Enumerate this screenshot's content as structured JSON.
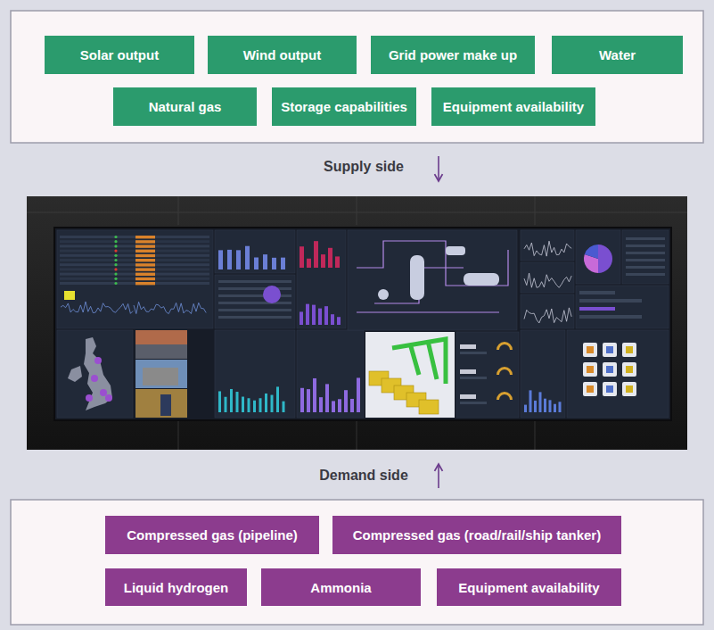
{
  "diagram": {
    "nodes": [
      {
        "text": [
          "Solar output"
        ]
      },
      {
        "text": [
          "Wind output"
        ]
      },
      {
        "text": [
          "Grid power make up"
        ]
      },
      {
        "text": [
          "Water"
        ]
      },
      {
        "text": [
          "Natural gas"
        ]
      },
      {
        "text": [
          "Storage capabilities"
        ]
      },
      {
        "text": [
          "Equipment availability"
        ]
      },
      {
        "text": [
          "Compressed gas (pipeline)"
        ]
      },
      {
        "text": [
          "Compressed gas (road/rail/ship tanker)"
        ]
      },
      {
        "text": [
          "Liquid hydrogen"
        ]
      },
      {
        "text": [
          "Ammonia"
        ]
      },
      {
        "text": [
          "Equipment availability"
        ]
      }
    ],
    "labels": [
      "Supply side",
      "Demand side"
    ]
  }
}
